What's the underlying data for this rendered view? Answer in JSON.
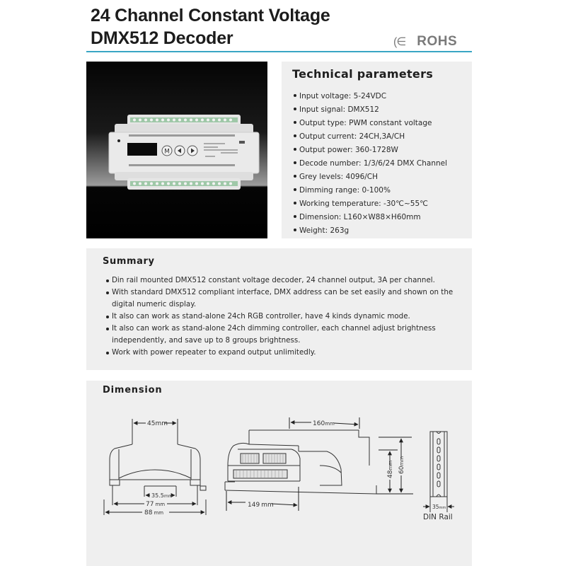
{
  "header": {
    "title_line1": "24 Channel Constant Voltage",
    "title_line2": "DMX512 Decoder",
    "cert_ce": "CE",
    "cert_rohs": "ROHS",
    "accent_color": "#3aa6c4"
  },
  "product_photo": {
    "alt": "24 channel DMX512 decoder DIN rail unit",
    "buttons": [
      "M",
      "◀",
      "▶"
    ]
  },
  "technical": {
    "heading": "Technical parameters",
    "items": [
      "Input voltage: 5-24VDC",
      "Input signal: DMX512",
      "Output type: PWM constant voltage",
      "Output current: 24CH,3A/CH",
      "Output power: 360-1728W",
      "Decode number: 1/3/6/24 DMX Channel",
      "Grey levels: 4096/CH",
      "Dimming range: 0-100%",
      "Working temperature: -30℃~55℃",
      "Dimension: L160×W88×H60mm",
      "Weight: 263g"
    ]
  },
  "summary": {
    "heading": "Summary",
    "items": [
      "Din rail mounted DMX512 constant voltage decoder, 24 channel output, 3A per channel.",
      "With standard DMX512 compliant interface, DMX address can be set easily and shown on the digital numeric display.",
      "It also can work as stand-alone 24ch RGB controller, have 4 kinds dynamic mode.",
      "It also can work as stand-alone 24ch dimming controller, each channel adjust brightness independently, and save up to 8 groups brightness.",
      "Work with power repeater to expand output unlimitedly."
    ]
  },
  "dimension": {
    "heading": "Dimension",
    "front": {
      "top_width": "45",
      "din_gap": "35.5",
      "foot_span": "77",
      "total_width": "88",
      "unit": "mm"
    },
    "side": {
      "length_top": "160",
      "length_base": "149",
      "height_body": "48",
      "height_total": "60",
      "unit": "mm"
    },
    "rail": {
      "width": "35",
      "unit": "mm",
      "label": "DIN Rail"
    }
  }
}
